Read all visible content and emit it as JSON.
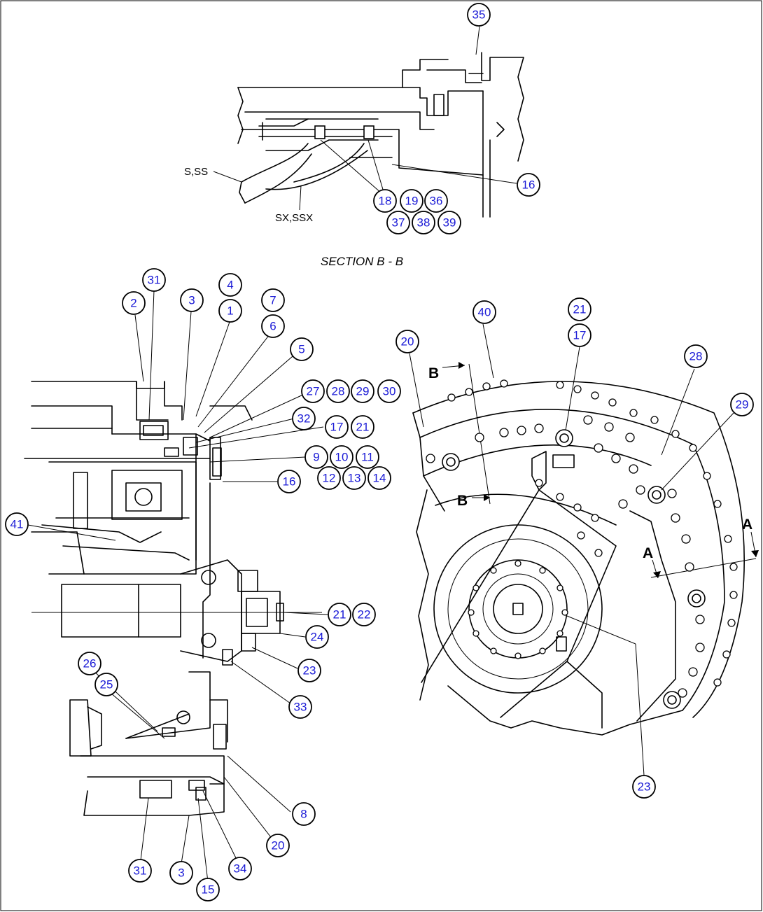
{
  "section_title": "SECTION B - B",
  "cable_labels": {
    "s_ss": "S,SS",
    "sx_ssx": "SX,SSX"
  },
  "section_markers": {
    "b_top": "B",
    "b_bottom": "B",
    "a_left": "A",
    "a_right": "A"
  },
  "callouts": {
    "c35": "35",
    "c16_top": "16",
    "c18": "18",
    "c19": "19",
    "c36": "36",
    "c37": "37",
    "c38": "38",
    "c39": "39",
    "c31_top": "31",
    "c2": "2",
    "c3_top": "3",
    "c4": "4",
    "c1": "1",
    "c7": "7",
    "c6": "6",
    "c5": "5",
    "c27": "27",
    "c28_left": "28",
    "c29_left": "29",
    "c30": "30",
    "c32": "32",
    "c17_left": "17",
    "c21_left": "21",
    "c9": "9",
    "c10": "10",
    "c11": "11",
    "c12": "12",
    "c13": "13",
    "c14": "14",
    "c16_mid": "16",
    "c41": "41",
    "c21_hub": "21",
    "c22": "22",
    "c24": "24",
    "c23_left": "23",
    "c33": "33",
    "c26": "26",
    "c25": "25",
    "c8": "8",
    "c20_left": "20",
    "c31_bottom": "31",
    "c3_bottom": "3",
    "c34": "34",
    "c15": "15",
    "c40": "40",
    "c20_right": "20",
    "c21_right": "21",
    "c17_right": "17",
    "c28_right": "28",
    "c29_right": "29",
    "c23_right": "23"
  }
}
